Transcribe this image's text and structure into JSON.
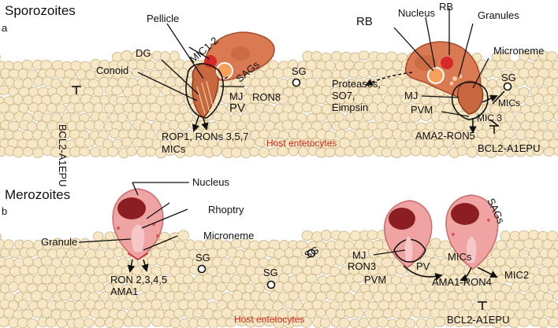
{
  "panel_a": {
    "letter": "a",
    "title": "Sporozoites",
    "host_label": "Host entetocytes",
    "labels": {
      "pellicle": "Pellicle",
      "mic12": "MIC1-2",
      "dg": "DG",
      "conoid": "Conoid",
      "sags": "SAGs",
      "mj": "MJ",
      "pv": "PV",
      "ron8": "RON8",
      "bcl2": "BCL2-A1EPU",
      "rop1_line1": "ROP1, RONs 3,5,7",
      "rop1_line2": "MICs",
      "sg": "SG",
      "rb_left": "RB",
      "nucleus": "Nucleus",
      "rb_right": "RB",
      "granules": "Granules",
      "microneme": "Microneme",
      "proteases_1": "Proteases,",
      "proteases_2": "SO7,",
      "proteases_3": "Eimpsin",
      "mj_right": "MJ",
      "pvm": "PVM",
      "sg_right": "SG",
      "mics": "MICs",
      "mic3": "MIC 3",
      "ama2": "AMA2-RON5",
      "bcl2_right": "BCL2-A1EPU"
    }
  },
  "panel_b": {
    "letter": "b",
    "title": "Merozoites",
    "host_label": "Host entetocytes",
    "labels": {
      "nucleus": "Nucleus",
      "rhoptry": "Rhoptry",
      "granule": "Granule",
      "microneme": "Microneme",
      "ron_line1": "RON 2,3,4,5",
      "ron_line2": "AMA1",
      "sg1": "SG",
      "sg2": "SG",
      "sg3": "SG",
      "mj": "MJ",
      "ron3": "RON3",
      "pv": "PV",
      "pvm": "PVM",
      "ama1": "AMA1-RON4",
      "mics": "MICs",
      "mic2": "MIC2",
      "sags": "SAGs",
      "bcl2": "BCL2-A1EPU"
    }
  },
  "colors": {
    "host_cell_fill": "#f6e7c6",
    "host_cell_stroke": "#cfb88a",
    "sporozoite_fill": "#d97a52",
    "sporozoite_stroke": "#a84a2a",
    "merozoite_fill": "#f0a3a3",
    "merozoite_nucleus": "#8b1e22",
    "host_label_color": "#d22a1a"
  }
}
